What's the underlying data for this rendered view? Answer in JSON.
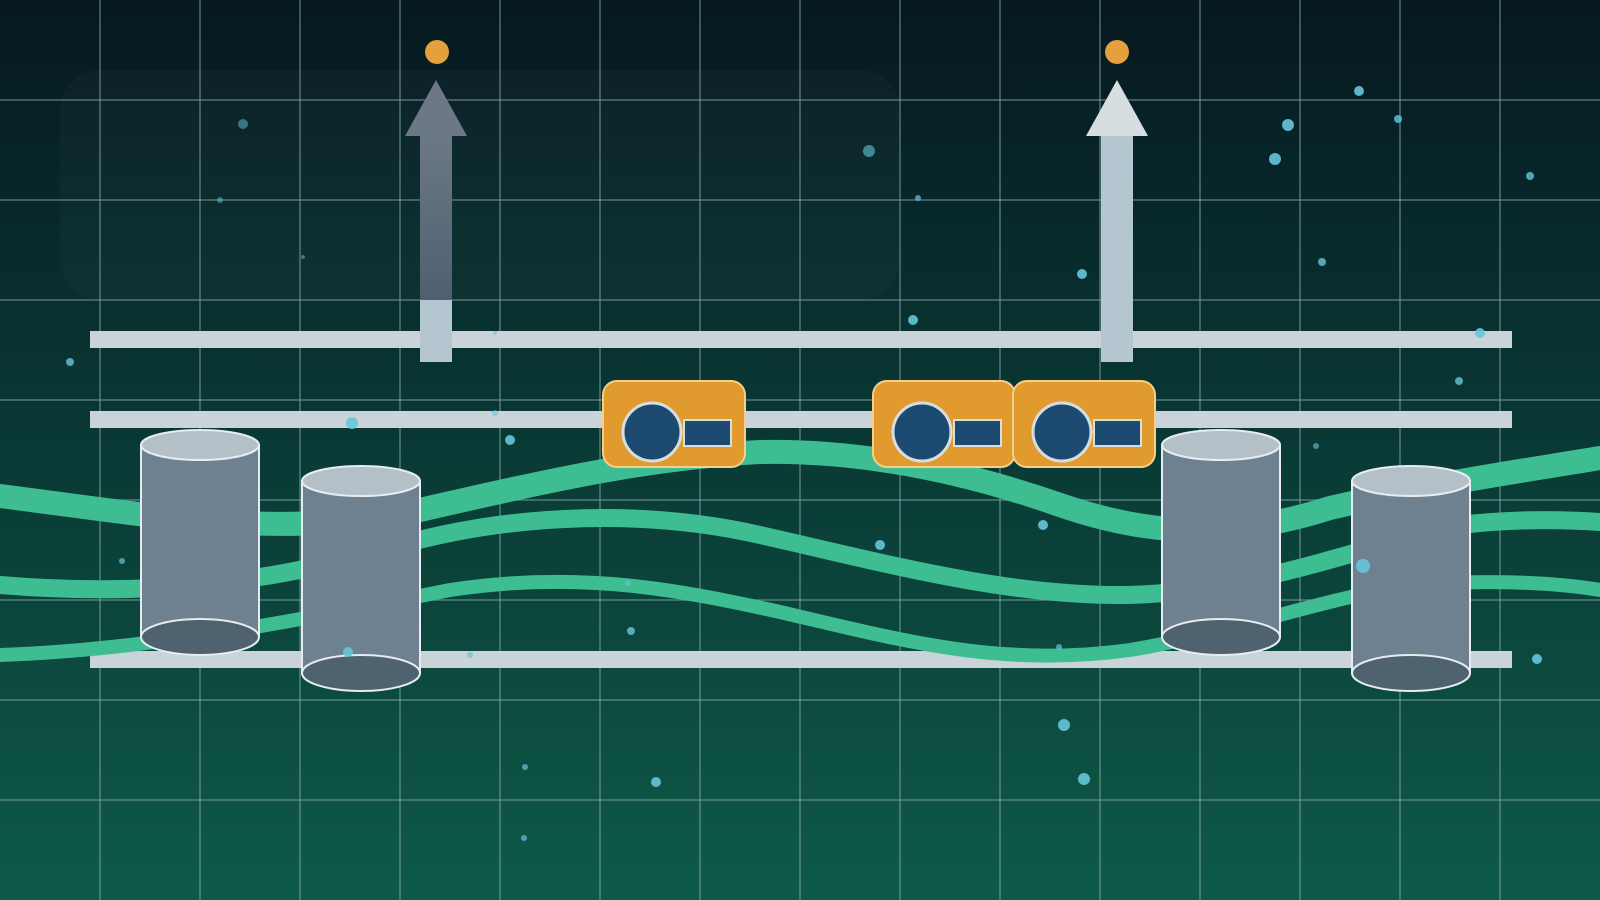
{
  "scene": {
    "colors": {
      "background_top": "#061820",
      "background_bottom": "#0e5a48",
      "grid_line": "#8fb1b6",
      "rail": "#c9d3d8",
      "cylinder_body": "#6e8190",
      "cylinder_top": "#b4c0c8",
      "cylinder_bottom": "#4f6270",
      "stream": "#3fbd92",
      "valve_box": "#e09a2e",
      "valve_circle": "#1d4a70",
      "arrow_dim": "#6c7886",
      "arrow_bright": "#d7dee2",
      "beacon": "#e4a03c",
      "particle": "#66c5dc"
    },
    "arrows": [
      {
        "name": "left-up-arrow",
        "state": "dim"
      },
      {
        "name": "right-up-arrow",
        "state": "bright"
      }
    ],
    "valves": [
      {
        "name": "valve-1"
      },
      {
        "name": "valve-2"
      },
      {
        "name": "valve-3"
      }
    ],
    "tanks": [
      {
        "name": "tank-1"
      },
      {
        "name": "tank-2"
      },
      {
        "name": "tank-3"
      },
      {
        "name": "tank-4"
      }
    ],
    "streams": [
      {
        "name": "stream-upper"
      },
      {
        "name": "stream-middle"
      },
      {
        "name": "stream-lower"
      }
    ],
    "rails": [
      {
        "name": "top-rail"
      },
      {
        "name": "middle-rail"
      },
      {
        "name": "bottom-rail"
      }
    ]
  }
}
